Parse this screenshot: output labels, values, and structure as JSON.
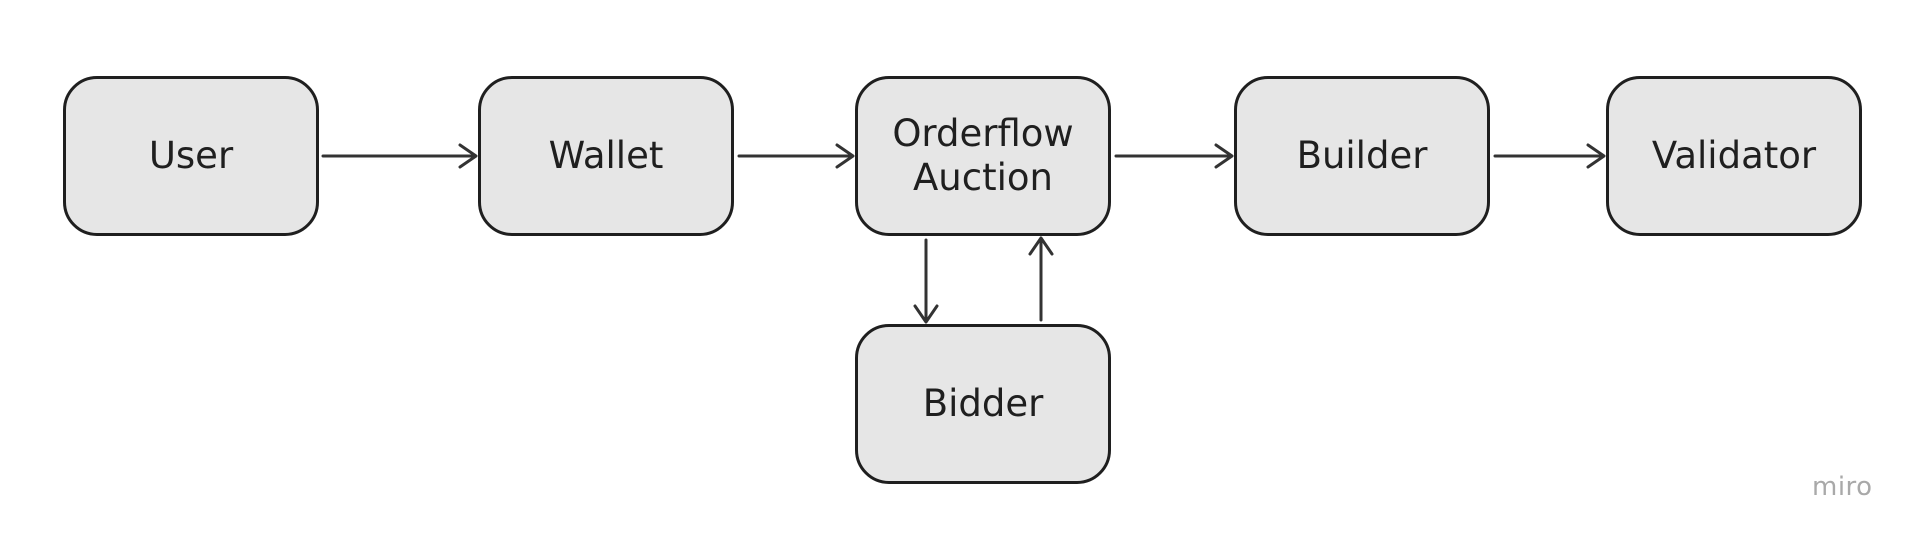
{
  "diagram": {
    "nodes": [
      {
        "id": "user",
        "label": "User"
      },
      {
        "id": "wallet",
        "label": "Wallet"
      },
      {
        "id": "ofa",
        "label": "Orderflow\nAuction"
      },
      {
        "id": "builder",
        "label": "Builder"
      },
      {
        "id": "validator",
        "label": "Validator"
      },
      {
        "id": "bidder",
        "label": "Bidder"
      }
    ],
    "edges": [
      {
        "from": "user",
        "to": "wallet"
      },
      {
        "from": "wallet",
        "to": "ofa"
      },
      {
        "from": "ofa",
        "to": "builder"
      },
      {
        "from": "builder",
        "to": "validator"
      },
      {
        "from": "ofa",
        "to": "bidder"
      },
      {
        "from": "bidder",
        "to": "ofa"
      }
    ]
  },
  "watermark": "miro",
  "colors": {
    "node_fill": "#e6e6e6",
    "node_border": "#1f1f1f",
    "arrow": "#333333",
    "watermark": "#a9a9a9"
  }
}
